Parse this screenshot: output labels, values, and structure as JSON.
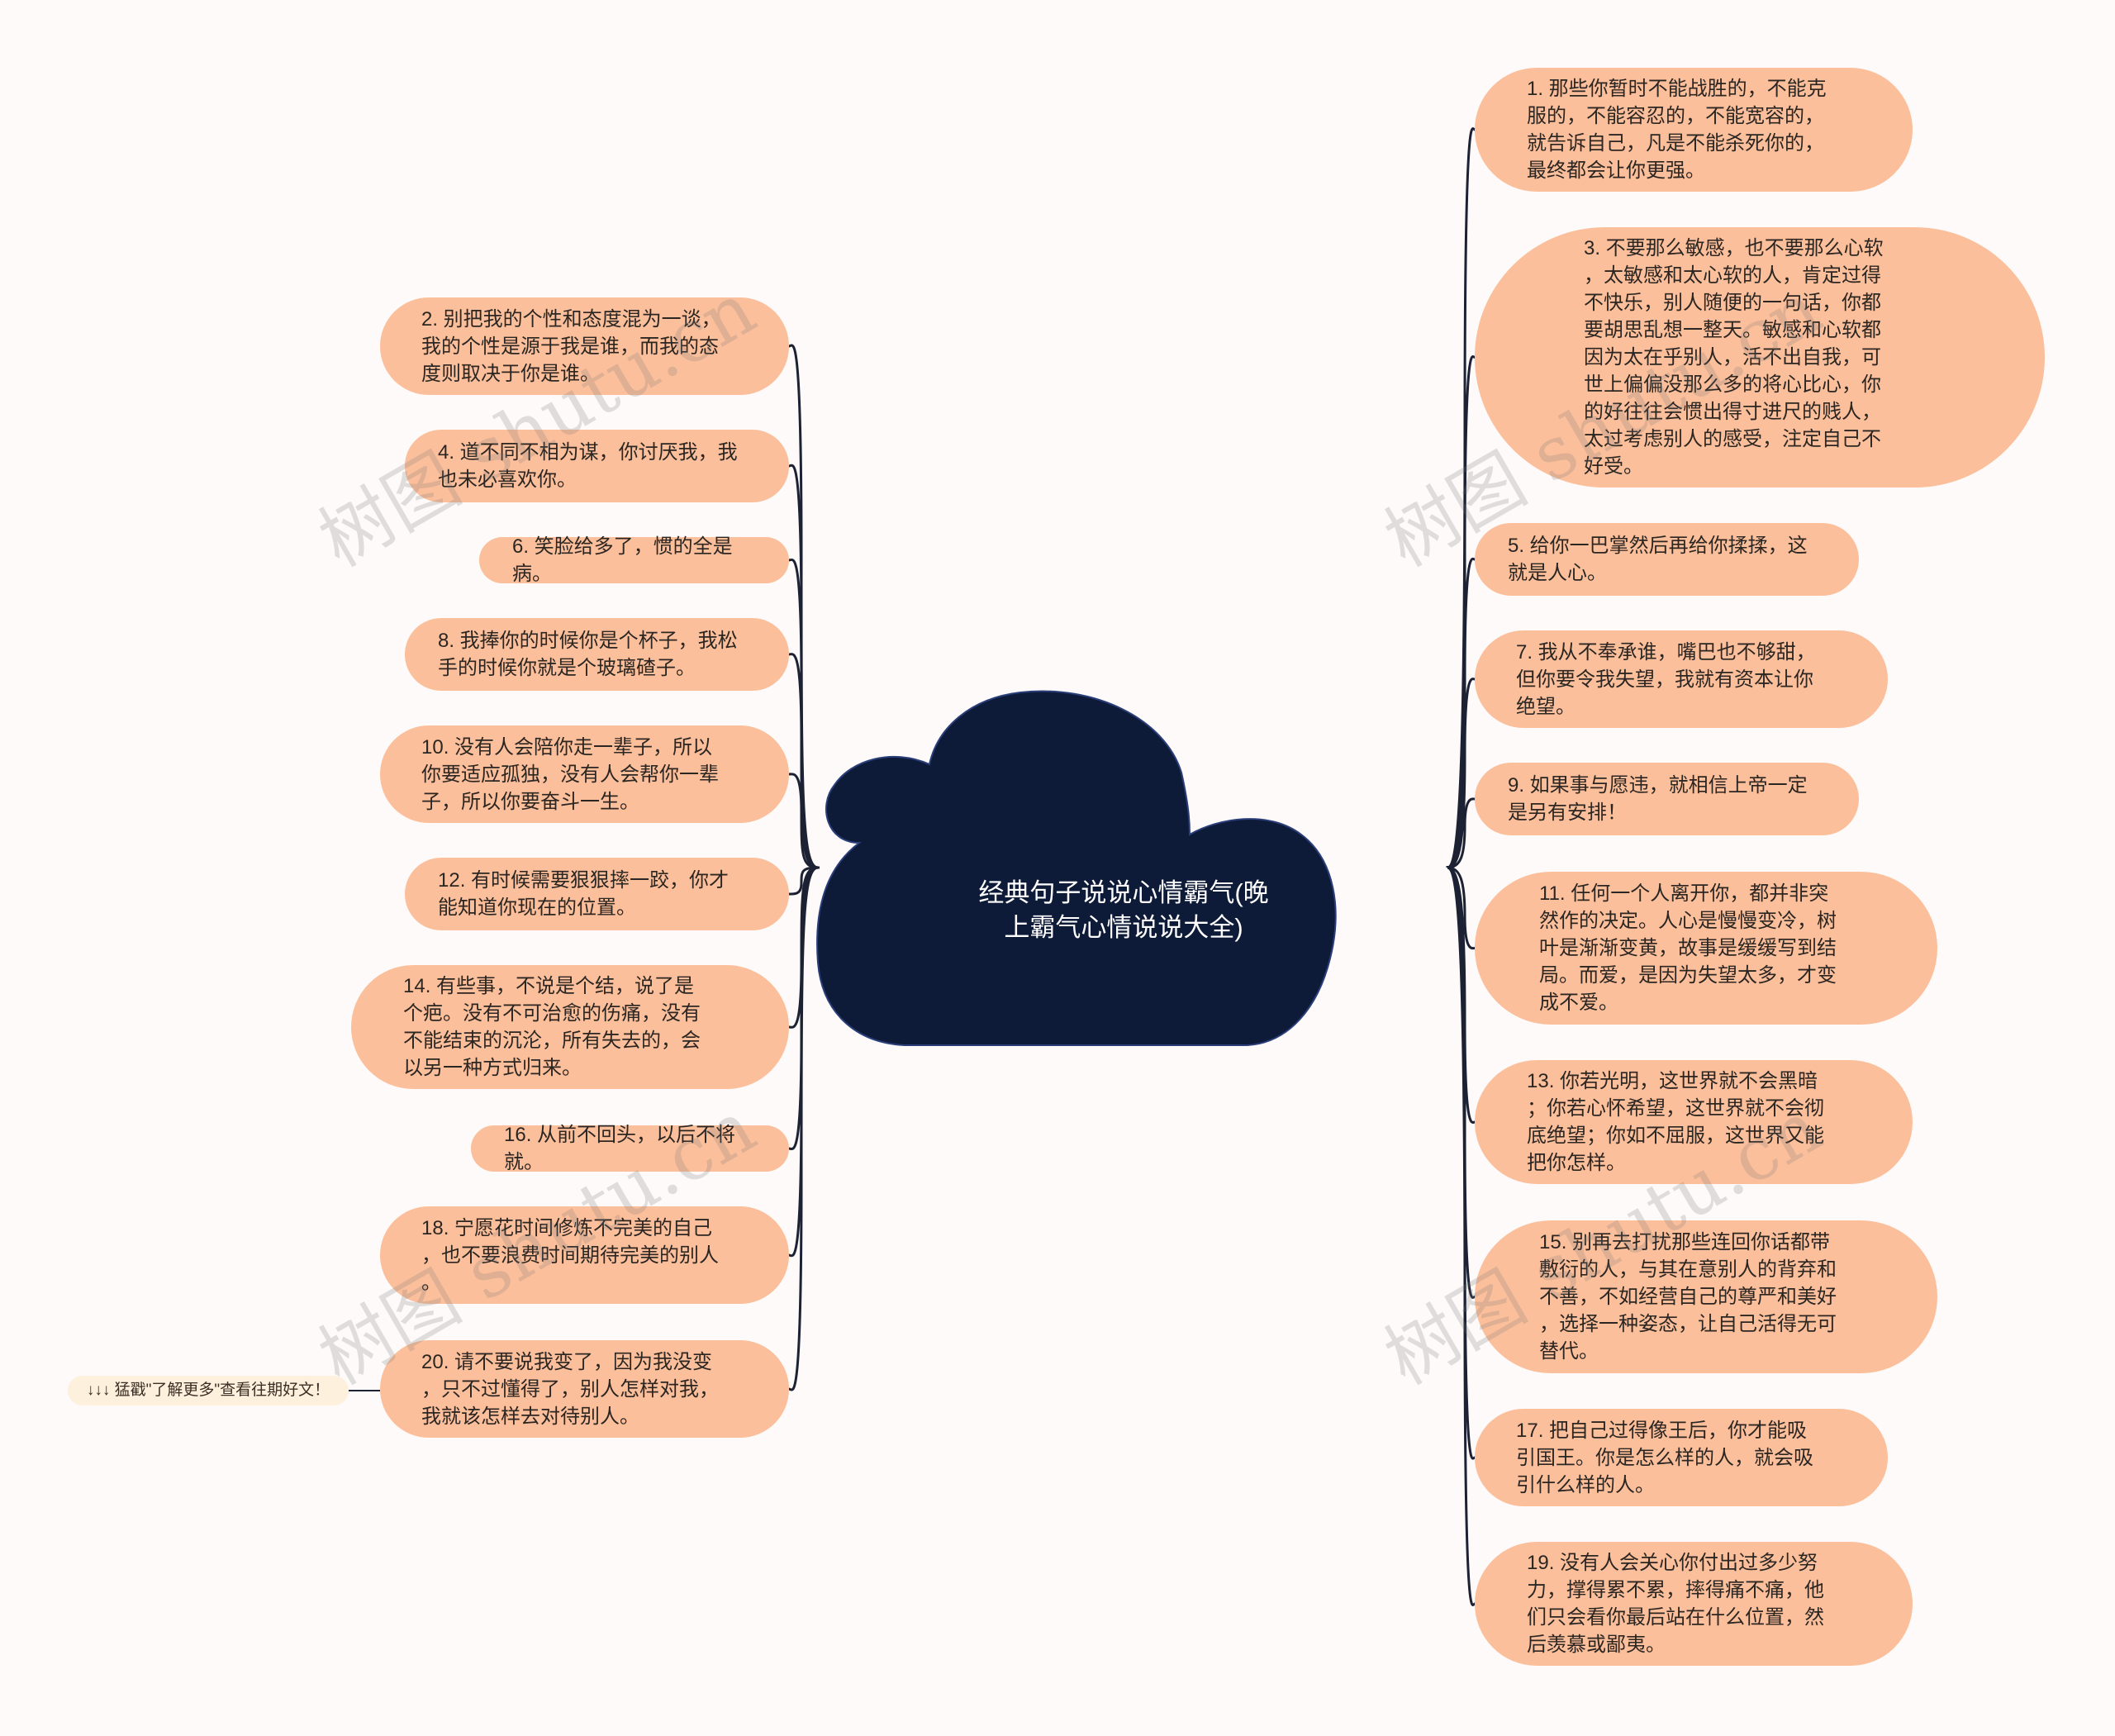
{
  "center": {
    "title": "经典句子说说心情霸气(晚\n上霸气心情说说大全)",
    "color": "#0e1b38"
  },
  "colors": {
    "node_fill": "#fcbf9b",
    "connector": "#1c2233",
    "background": "#fdfaf9"
  },
  "left_items": [
    {
      "text": "2. 别把我的个性和态度混为一谈，\n我的个性是源于我是谁，而我的态\n度则取决于你是谁。"
    },
    {
      "text": "4. 道不同不相为谋，你讨厌我，我\n也未必喜欢你。"
    },
    {
      "text": "6. 笑脸给多了，惯的全是病。"
    },
    {
      "text": "8. 我捧你的时候你是个杯子，我松\n手的时候你就是个玻璃碴子。"
    },
    {
      "text": "10. 没有人会陪你走一辈子，所以\n你要适应孤独，没有人会帮你一辈\n子，所以你要奋斗一生。"
    },
    {
      "text": "12. 有时候需要狠狠摔一跤，你才\n能知道你现在的位置。"
    },
    {
      "text": "14. 有些事，不说是个结，说了是\n个疤。没有不可治愈的伤痛，没有\n不能结束的沉沦，所有失去的，会\n以另一种方式归来。"
    },
    {
      "text": "16. 从前不回头，以后不将就。"
    },
    {
      "text": "18. 宁愿花时间修炼不完美的自己\n，也不要浪费时间期待完美的别人\n。"
    },
    {
      "text": "20. 请不要说我变了，因为我没变\n，只不过懂得了，别人怎样对我，\n我就该怎样去对待别人。"
    }
  ],
  "right_items": [
    {
      "text": "1. 那些你暂时不能战胜的，不能克\n服的，不能容忍的，不能宽容的，\n就告诉自己，凡是不能杀死你的，\n最终都会让你更强。"
    },
    {
      "text": "3. 不要那么敏感，也不要那么心软\n，太敏感和太心软的人，肯定过得\n不快乐，别人随便的一句话，你都\n要胡思乱想一整天。敏感和心软都\n因为太在乎别人，活不出自我，可\n世上偏偏没那么多的将心比心，你\n的好往往会惯出得寸进尺的贱人，\n太过考虑别人的感受，注定自己不\n好受。"
    },
    {
      "text": "5. 给你一巴掌然后再给你揉揉，这\n就是人心。"
    },
    {
      "text": "7. 我从不奉承谁，嘴巴也不够甜，\n但你要令我失望，我就有资本让你\n绝望。"
    },
    {
      "text": "9. 如果事与愿违，就相信上帝一定\n是另有安排！"
    },
    {
      "text": "11. 任何一个人离开你，都并非突\n然作的决定。人心是慢慢变冷，树\n叶是渐渐变黄，故事是缓缓写到结\n局。而爱，是因为失望太多，才变\n成不爱。"
    },
    {
      "text": "13. 你若光明，这世界就不会黑暗\n；你若心怀希望，这世界就不会彻\n底绝望；你如不屈服，这世界又能\n把你怎样。"
    },
    {
      "text": "15. 别再去打扰那些连回你话都带\n敷衍的人，与其在意别人的背弃和\n不善，不如经营自己的尊严和美好\n，选择一种姿态，让自己活得无可\n替代。"
    },
    {
      "text": "17. 把自己过得像王后，你才能吸\n引国王。你是怎么样的人，就会吸\n引什么样的人。"
    },
    {
      "text": "19. 没有人会关心你付出过多少努\n力，撑得累不累，摔得痛不痛，他\n们只会看你最后站在什么位置，然\n后羡慕或鄙夷。"
    }
  ],
  "note": {
    "text": "↓↓↓ 猛戳\"了解更多\"查看往期好文！"
  },
  "watermarks": [
    "树图 shutu.cn",
    "树图 shutu.cn",
    "树图 shutu.cn",
    "树图 shutu.cn"
  ]
}
